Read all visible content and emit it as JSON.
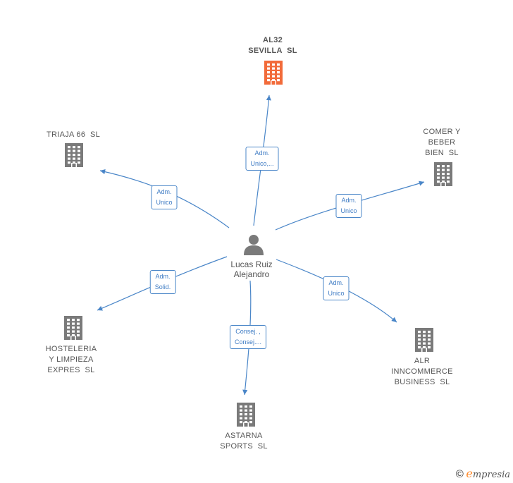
{
  "center": {
    "name": "Lucas Ruiz\nAlejandro",
    "icon": "person-icon"
  },
  "companies": [
    {
      "id": "al32",
      "name": "AL32\nSEVILLA  SL",
      "highlight": true,
      "color": "#f26b3a",
      "icon": "building-icon"
    },
    {
      "id": "triaja",
      "name": "TRIAJA 66  SL",
      "highlight": false,
      "color": "#7a7a7a",
      "icon": "building-icon"
    },
    {
      "id": "comer",
      "name": "COMER Y\nBEBER\nBIEN  SL",
      "highlight": false,
      "color": "#7a7a7a",
      "icon": "building-icon"
    },
    {
      "id": "hosteleria",
      "name": "HOSTELERIA\nY LIMPIEZA\nEXPRES  SL",
      "highlight": false,
      "color": "#7a7a7a",
      "icon": "building-icon"
    },
    {
      "id": "astarna",
      "name": "ASTARNA\nSPORTS  SL",
      "highlight": false,
      "color": "#7a7a7a",
      "icon": "building-icon"
    },
    {
      "id": "alr",
      "name": "ALR\nINNCOMMERCE\nBUSINESS  SL",
      "highlight": false,
      "color": "#7a7a7a",
      "icon": "building-icon"
    }
  ],
  "roles": [
    {
      "target": "al32",
      "lines": [
        "Adm.",
        "Unico,..."
      ]
    },
    {
      "target": "triaja",
      "lines": [
        "Adm.",
        "Unico"
      ]
    },
    {
      "target": "comer",
      "lines": [
        "Adm.",
        "Unico"
      ]
    },
    {
      "target": "hosteleria",
      "lines": [
        "Adm.",
        "Solid."
      ]
    },
    {
      "target": "astarna",
      "lines": [
        "Consej. ,",
        "Consej...."
      ]
    },
    {
      "target": "alr",
      "lines": [
        "Adm.",
        "Unico"
      ]
    }
  ],
  "colors": {
    "edge": "#4a86c8",
    "person": "#7a7a7a"
  },
  "footer": {
    "copyright": "©",
    "brand_initial": "e",
    "brand_rest": "mpresia"
  }
}
